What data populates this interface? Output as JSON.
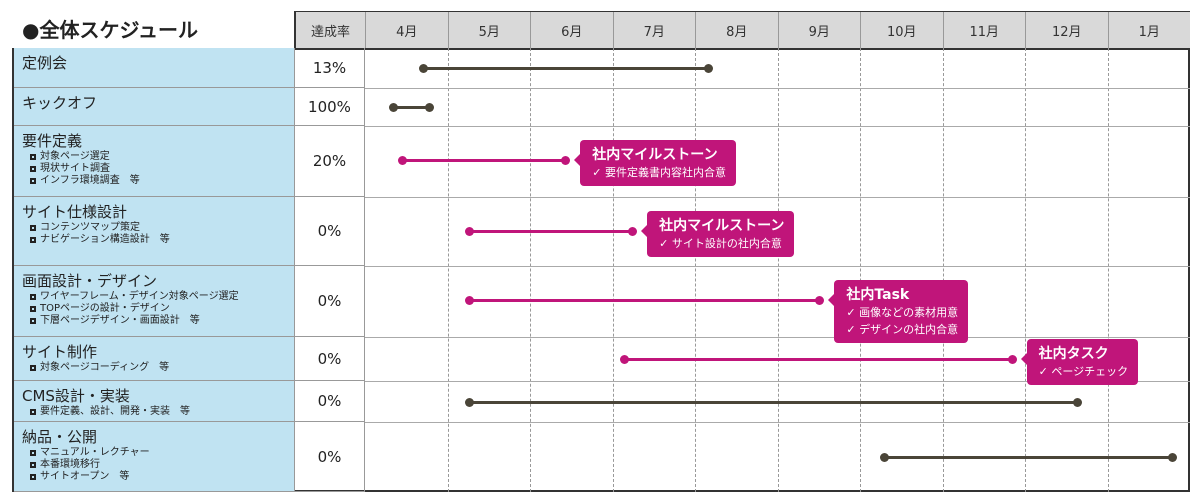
{
  "title": "●全体スケジュール",
  "rate_header": "達成率",
  "months": [
    "4月",
    "5月",
    "6月",
    "7月",
    "8月",
    "9月",
    "10月",
    "11月",
    "12月",
    "1月"
  ],
  "colors": {
    "pink": "#c0157a",
    "dark": "#4a4538",
    "label_bg": "#c0e3f2"
  },
  "rows": [
    {
      "name": "定例会",
      "subs": [],
      "rate": "13%",
      "start": 0.7,
      "end": 4.17,
      "color": "dark"
    },
    {
      "name": "キックオフ",
      "subs": [],
      "rate": "100%",
      "start": 0.34,
      "end": 0.79,
      "color": "dark"
    },
    {
      "name": "要件定義",
      "subs": [
        "対象ページ選定",
        "現状サイト調査",
        "インフラ環境調査　等"
      ],
      "rate": "20%",
      "start": 0.45,
      "end": 2.44,
      "color": "pink",
      "callout": {
        "title": "社内マイルストーン",
        "items": [
          "要件定義書内容社内合意"
        ]
      }
    },
    {
      "name": "サイト仕様設計",
      "subs": [
        "コンテンツマップ策定",
        "ナビゲーション構造設計　等"
      ],
      "rate": "0%",
      "start": 1.26,
      "end": 3.25,
      "color": "pink",
      "callout": {
        "title": "社内マイルストーン",
        "items": [
          "サイト設計の社内合意"
        ]
      }
    },
    {
      "name": "画面設計・デザイン",
      "subs": [
        "ワイヤーフレーム・デザイン対象ページ選定",
        "TOPページの設計・デザイン",
        "下層ページデザイン・画面設計　等"
      ],
      "rate": "0%",
      "start": 1.26,
      "end": 5.52,
      "color": "pink",
      "callout": {
        "title": "社内Task",
        "items": [
          "画像などの素材用意",
          "デザインの社内合意"
        ]
      }
    },
    {
      "name": "サイト制作",
      "subs": [
        "対象ページコーディング　等"
      ],
      "rate": "0%",
      "start": 3.14,
      "end": 7.85,
      "color": "pink",
      "callout": {
        "title": "社内タスク",
        "items": [
          "ページチェック"
        ]
      }
    },
    {
      "name": "CMS設計・実装",
      "subs": [
        "要件定義、設計、開発・実装　等"
      ],
      "rate": "0%",
      "start": 1.26,
      "end": 8.64,
      "color": "dark"
    },
    {
      "name": "納品・公開",
      "subs": [
        "マニュアル・レクチャー",
        "本番環境移行",
        "サイトオープン　等"
      ],
      "rate": "0%",
      "start": 6.29,
      "end": 9.8,
      "color": "dark"
    }
  ]
}
